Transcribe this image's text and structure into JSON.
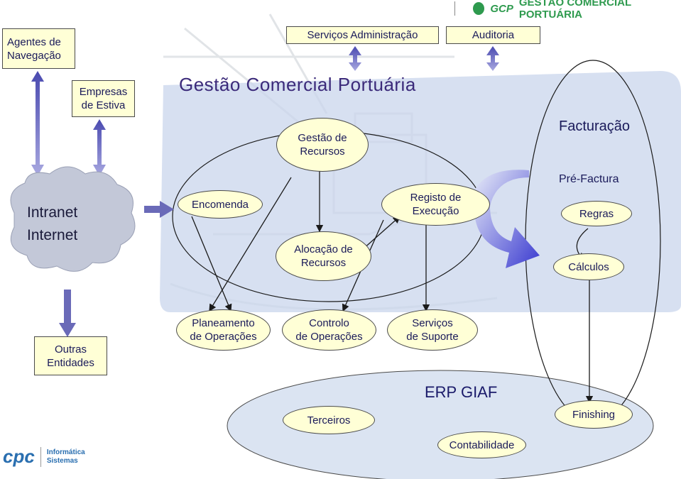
{
  "brand": {
    "gcp_logo": "GCP",
    "gcp_title": "GESTÃO COMERCIAL PORTUÁRIA",
    "cpc_logo": "cpc",
    "cpc_subtitle": "Informática\nSistemas"
  },
  "colors": {
    "box_fill": "#ffffd6",
    "region_fill": "#c9d6ec",
    "ellipse_fill": "#dbe4f2",
    "arrow": "#1a1a1a",
    "nav_arrow": "#6a6ab8",
    "text": "#1a1a5a",
    "title": "#3b2a7a",
    "gcp_green": "#2e9a4e"
  },
  "nodes": {
    "agentes": "Agentes de\nNavegação",
    "empresas": "Empresas\nde Estiva",
    "servicos_admin": "Serviços Administração",
    "auditoria": "Auditoria",
    "main_title": "Gestão Comercial Portuária",
    "gestao_recursos": "Gestão de\nRecursos",
    "facturacao": "Facturação",
    "intranet": "Intranet\nInternet",
    "encomenda": "Encomenda",
    "registo": "Registo de\nExecução",
    "pre_factura": "Pré-Factura",
    "regras": "Regras",
    "alocacao": "Alocação de\nRecursos",
    "calculos": "Cálculos",
    "outras": "Outras\nEntidades",
    "planeamento": "Planeamento\nde Operações",
    "controlo": "Controlo\nde Operações",
    "servicos_suporte": "Serviços\nde Suporte",
    "erp": "ERP GIAF",
    "terceiros": "Terceiros",
    "finishing": "Finishing",
    "contabilidade": "Contabilidade"
  }
}
